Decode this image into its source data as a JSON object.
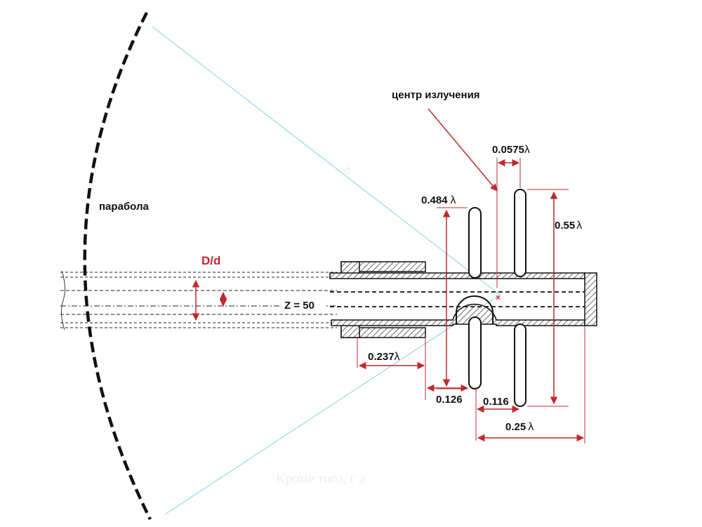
{
  "colors": {
    "dimension": "#c0282d",
    "outline": "#111111",
    "ray": "#7fd3ea",
    "hatch": "#6b6b6b"
  },
  "labels": {
    "parabola": "парабола",
    "radiation_center": "центр излучения",
    "d_ratio": "D/d",
    "impedance": "Z = 50",
    "faint_text": "Кроме того, г а"
  },
  "dimensions": {
    "top_gap": "0.0575",
    "dipole1_length": "0.484",
    "dipole2_length": "0.55",
    "sleeve_length": "0.237",
    "offset_126": "0.126",
    "offset_116": "0.116",
    "quarter_wave": "0.25",
    "lambda": "λ"
  }
}
